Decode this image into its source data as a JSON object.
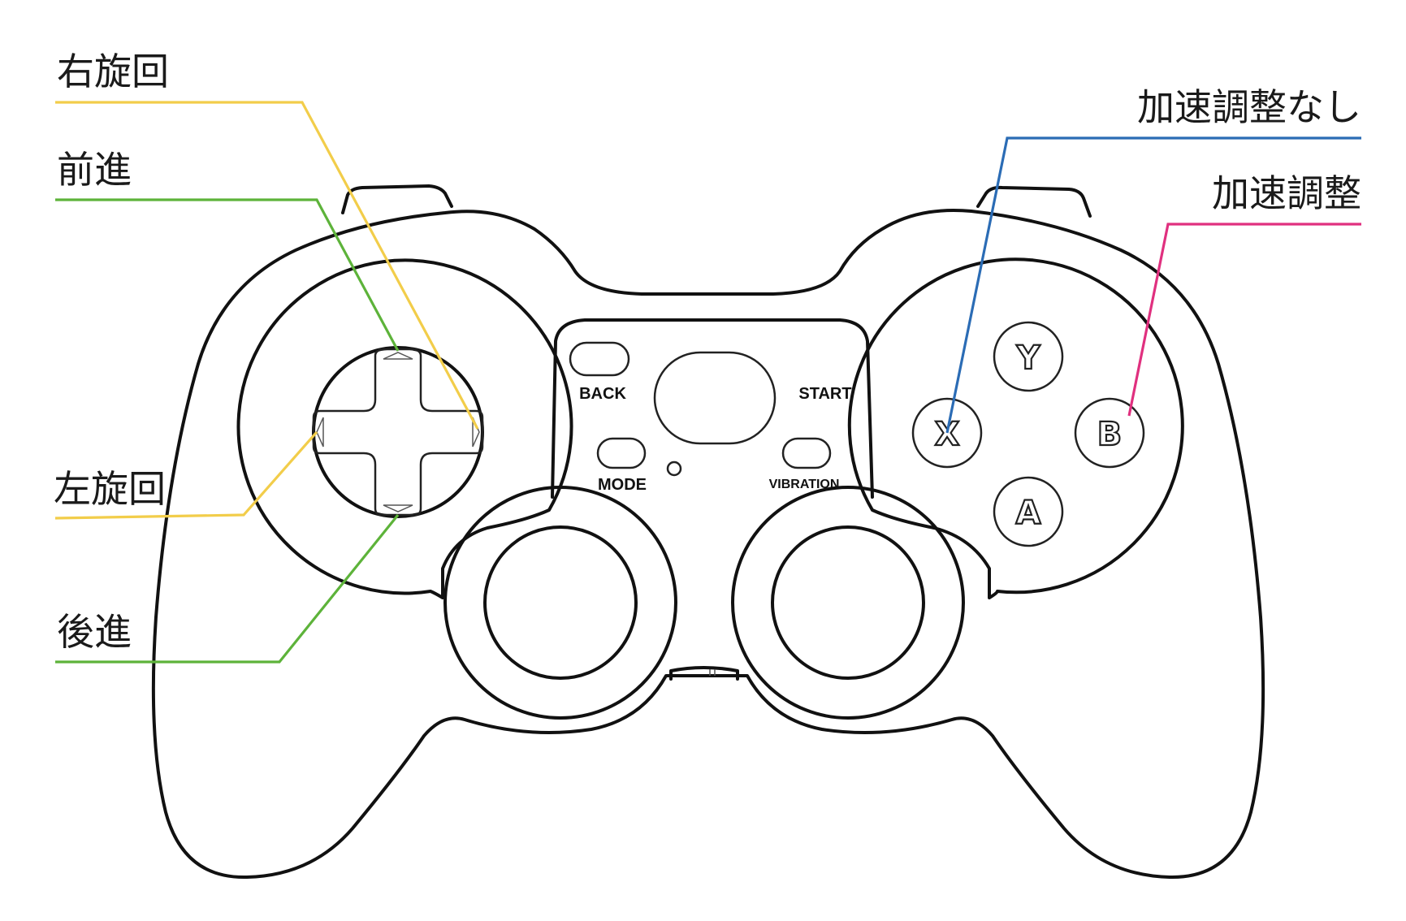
{
  "colors": {
    "outline": "#111111",
    "yellow": "#f2cd4a",
    "green": "#5db33a",
    "blue": "#2b6cb5",
    "pink": "#e0307f"
  },
  "callouts": {
    "right_turn": {
      "text": "右旋回",
      "color": "#f2cd4a"
    },
    "forward": {
      "text": "前進",
      "color": "#5db33a"
    },
    "left_turn": {
      "text": "左旋回",
      "color": "#f2cd4a"
    },
    "backward": {
      "text": "後進",
      "color": "#5db33a"
    },
    "no_accel_adjust": {
      "text": "加速調整なし",
      "color": "#2b6cb5"
    },
    "accel_adjust": {
      "text": "加速調整",
      "color": "#e0307f"
    }
  },
  "controller": {
    "center_buttons": {
      "back": "BACK",
      "start": "START",
      "mode": "MODE",
      "vibration": "VIBRATION"
    },
    "face_buttons": {
      "y": "Y",
      "x": "X",
      "b": "B",
      "a": "A"
    }
  }
}
